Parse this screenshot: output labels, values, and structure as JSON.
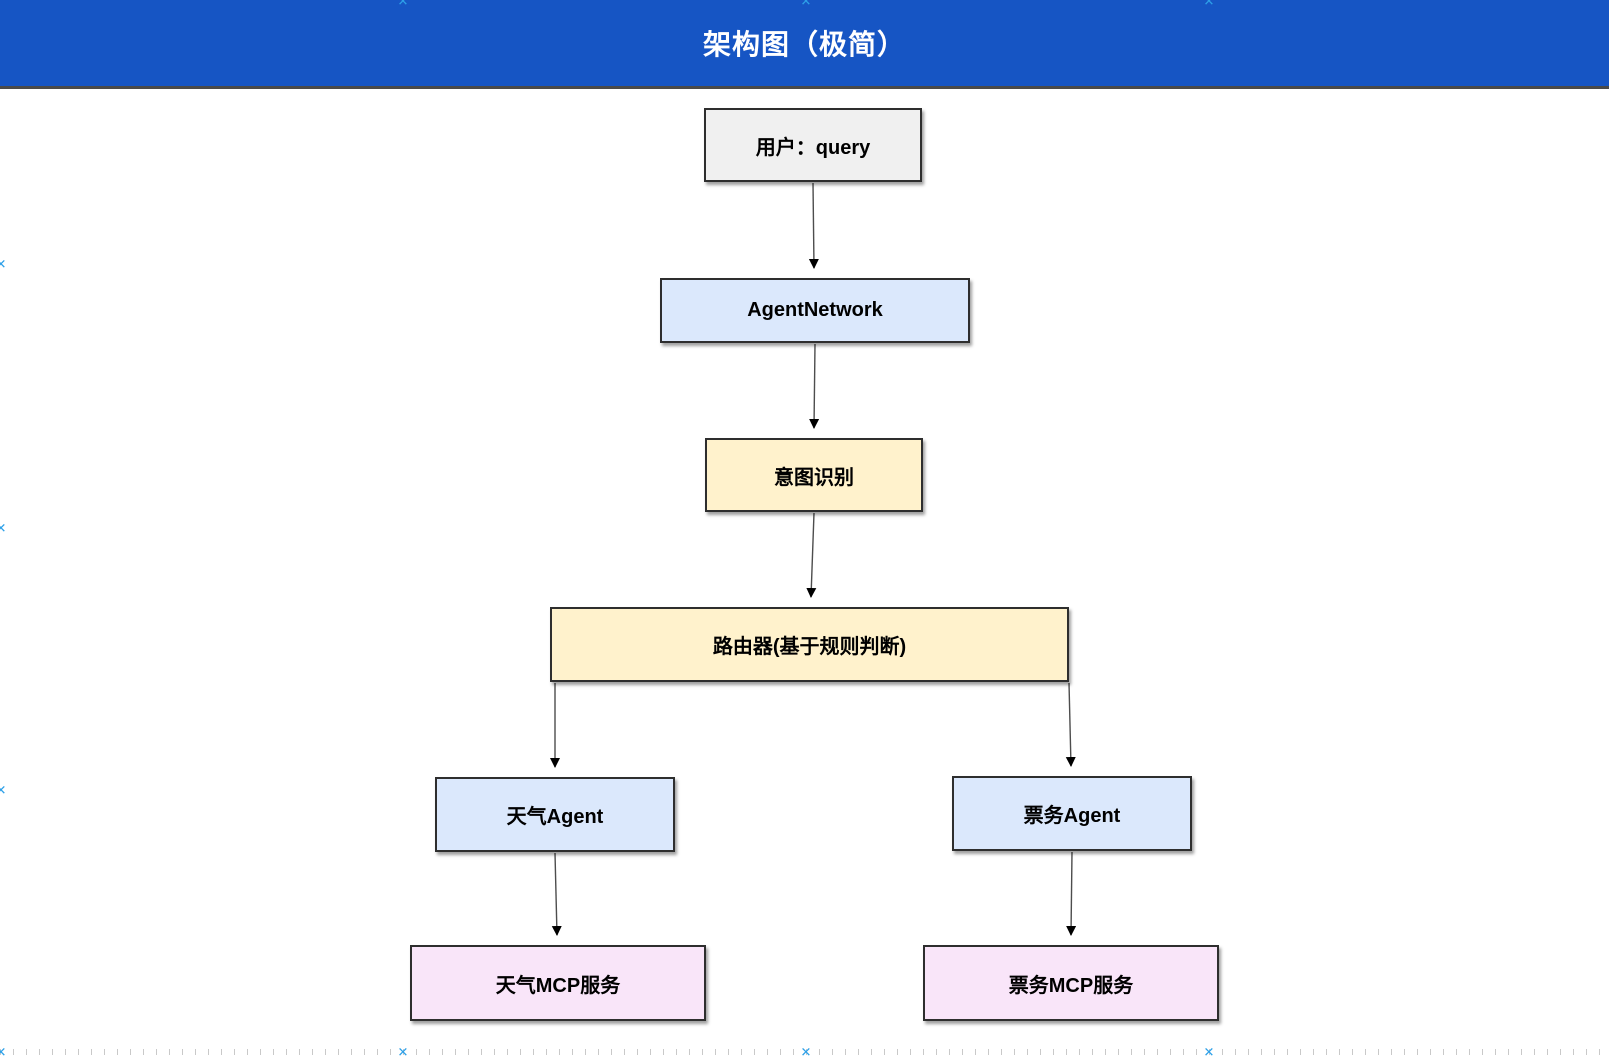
{
  "header": {
    "title": "架构图（极简）"
  },
  "diagram": {
    "nodes": [
      {
        "id": "user",
        "label": "用户：query",
        "fill": "#f0f0f0"
      },
      {
        "id": "agent-network",
        "label": "AgentNetwork",
        "fill": "#dbe8fc"
      },
      {
        "id": "intent",
        "label": "意图识别",
        "fill": "#fff2cc"
      },
      {
        "id": "router",
        "label": "路由器(基于规则判断)",
        "fill": "#fff2cc"
      },
      {
        "id": "weather-agent",
        "label": "天气Agent",
        "fill": "#dbe8fc"
      },
      {
        "id": "ticket-agent",
        "label": "票务Agent",
        "fill": "#dbe8fc"
      },
      {
        "id": "weather-mcp",
        "label": "天气MCP服务",
        "fill": "#f9e5f9"
      },
      {
        "id": "ticket-mcp",
        "label": "票务MCP服务",
        "fill": "#f9e5f9"
      }
    ],
    "edges": [
      {
        "from": "user",
        "to": "agent-network"
      },
      {
        "from": "agent-network",
        "to": "intent"
      },
      {
        "from": "intent",
        "to": "router"
      },
      {
        "from": "router",
        "to": "weather-agent"
      },
      {
        "from": "router",
        "to": "ticket-agent"
      },
      {
        "from": "weather-agent",
        "to": "weather-mcp"
      },
      {
        "from": "ticket-agent",
        "to": "ticket-mcp"
      }
    ]
  },
  "colors": {
    "header_background": "#1655c4",
    "header_text": "#ffffff",
    "node_border": "#2e2e2e",
    "edge_line": "#4d4d4d",
    "arrowhead": "#000000",
    "page_cross": "#2da0e8",
    "page_tick": "#c9c9c9"
  },
  "icons": {
    "page_cross": "✕"
  }
}
